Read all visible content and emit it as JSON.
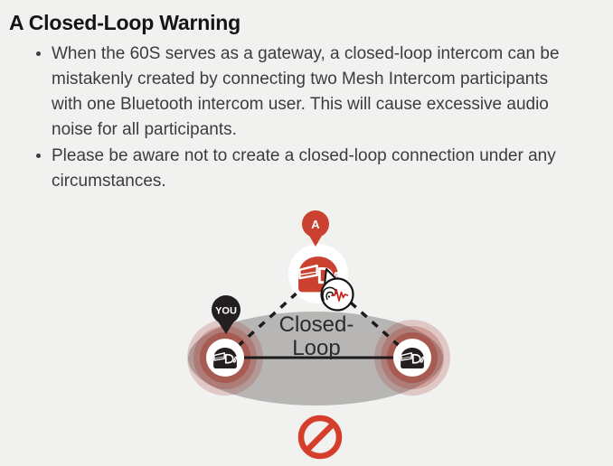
{
  "page": {
    "background_color": "#f1f1f0"
  },
  "warning": {
    "title": "A Closed-Loop Warning",
    "bullets": [
      {
        "text": "When the 60S serves as a gateway, a closed-loop intercom can be\nmistakenly created by connecting two Mesh Intercom participants\nwith one Bluetooth intercom user. This will cause excessive audio\nnoise for all participants."
      },
      {
        "text": "Please be aware not to create a closed-loop connection under any\ncircumstances."
      }
    ]
  },
  "diagram": {
    "pin_a_label": "A",
    "pin_you_label": "YOU",
    "closed_loop_line1": "Closed-",
    "closed_loop_line2": "Loop",
    "icons": {
      "pin_a": "location-pin-icon",
      "pin_you": "location-pin-icon",
      "helmet_top": "motorcycle-helmet-icon",
      "helmet_left": "motorcycle-helmet-icon",
      "helmet_right": "motorcycle-helmet-icon",
      "noise_bubble": "ear-noise-speech-bubble-icon",
      "prohibited": "prohibition-icon"
    },
    "colors": {
      "accent_red": "#ca4130",
      "prohibition_red": "#d63e2c",
      "node_black": "#231f20",
      "ellipse_gray": "#b7b6b4",
      "glow_red": "#9e2a1e",
      "label_dark": "#2b2b2f",
      "line_black": "#1b1b1b"
    }
  }
}
